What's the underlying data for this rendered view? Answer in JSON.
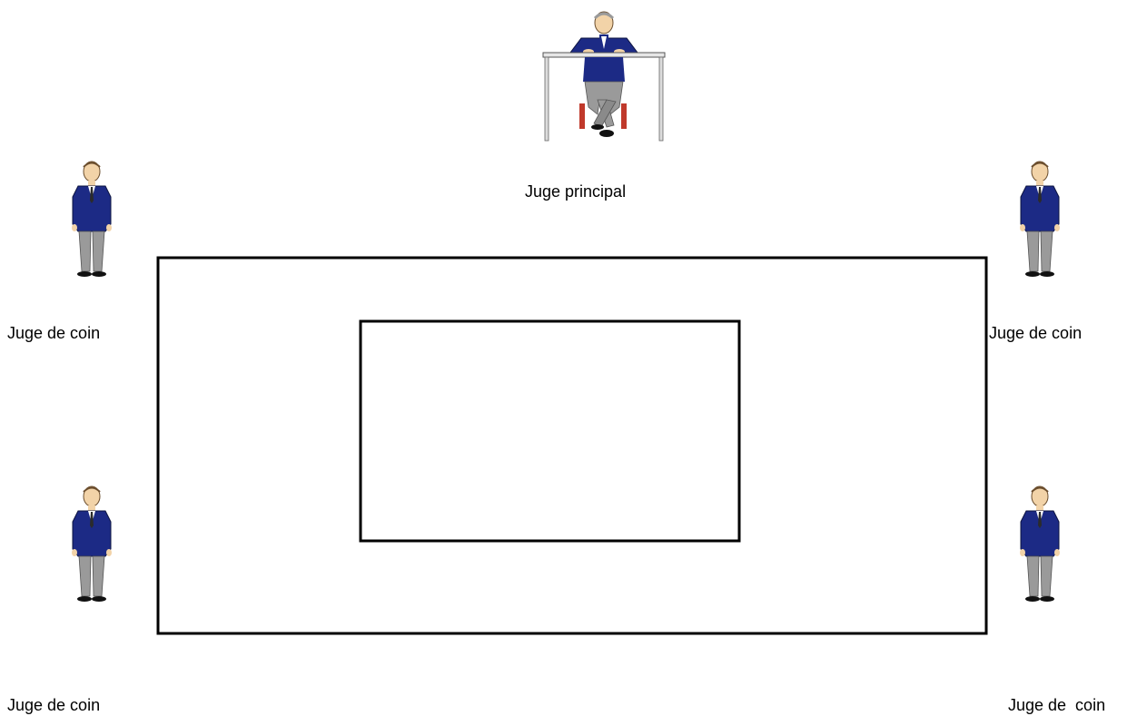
{
  "labels": {
    "head_judge": "Juge principal",
    "corner_top_left": "Juge de coin",
    "corner_top_right": "Juge de coin",
    "corner_bottom_left": "Juge de coin",
    "corner_bottom_right": "Juge de  coin"
  },
  "figures": {
    "head_judge": "seated-judge-at-desk-icon",
    "corner_judge": "standing-judge-icon"
  },
  "colors": {
    "suit": "#1c2a85",
    "trousers": "#9a9a9a",
    "skin": "#f2d3a8",
    "chair": "#c0392b",
    "outline": "#000000"
  }
}
